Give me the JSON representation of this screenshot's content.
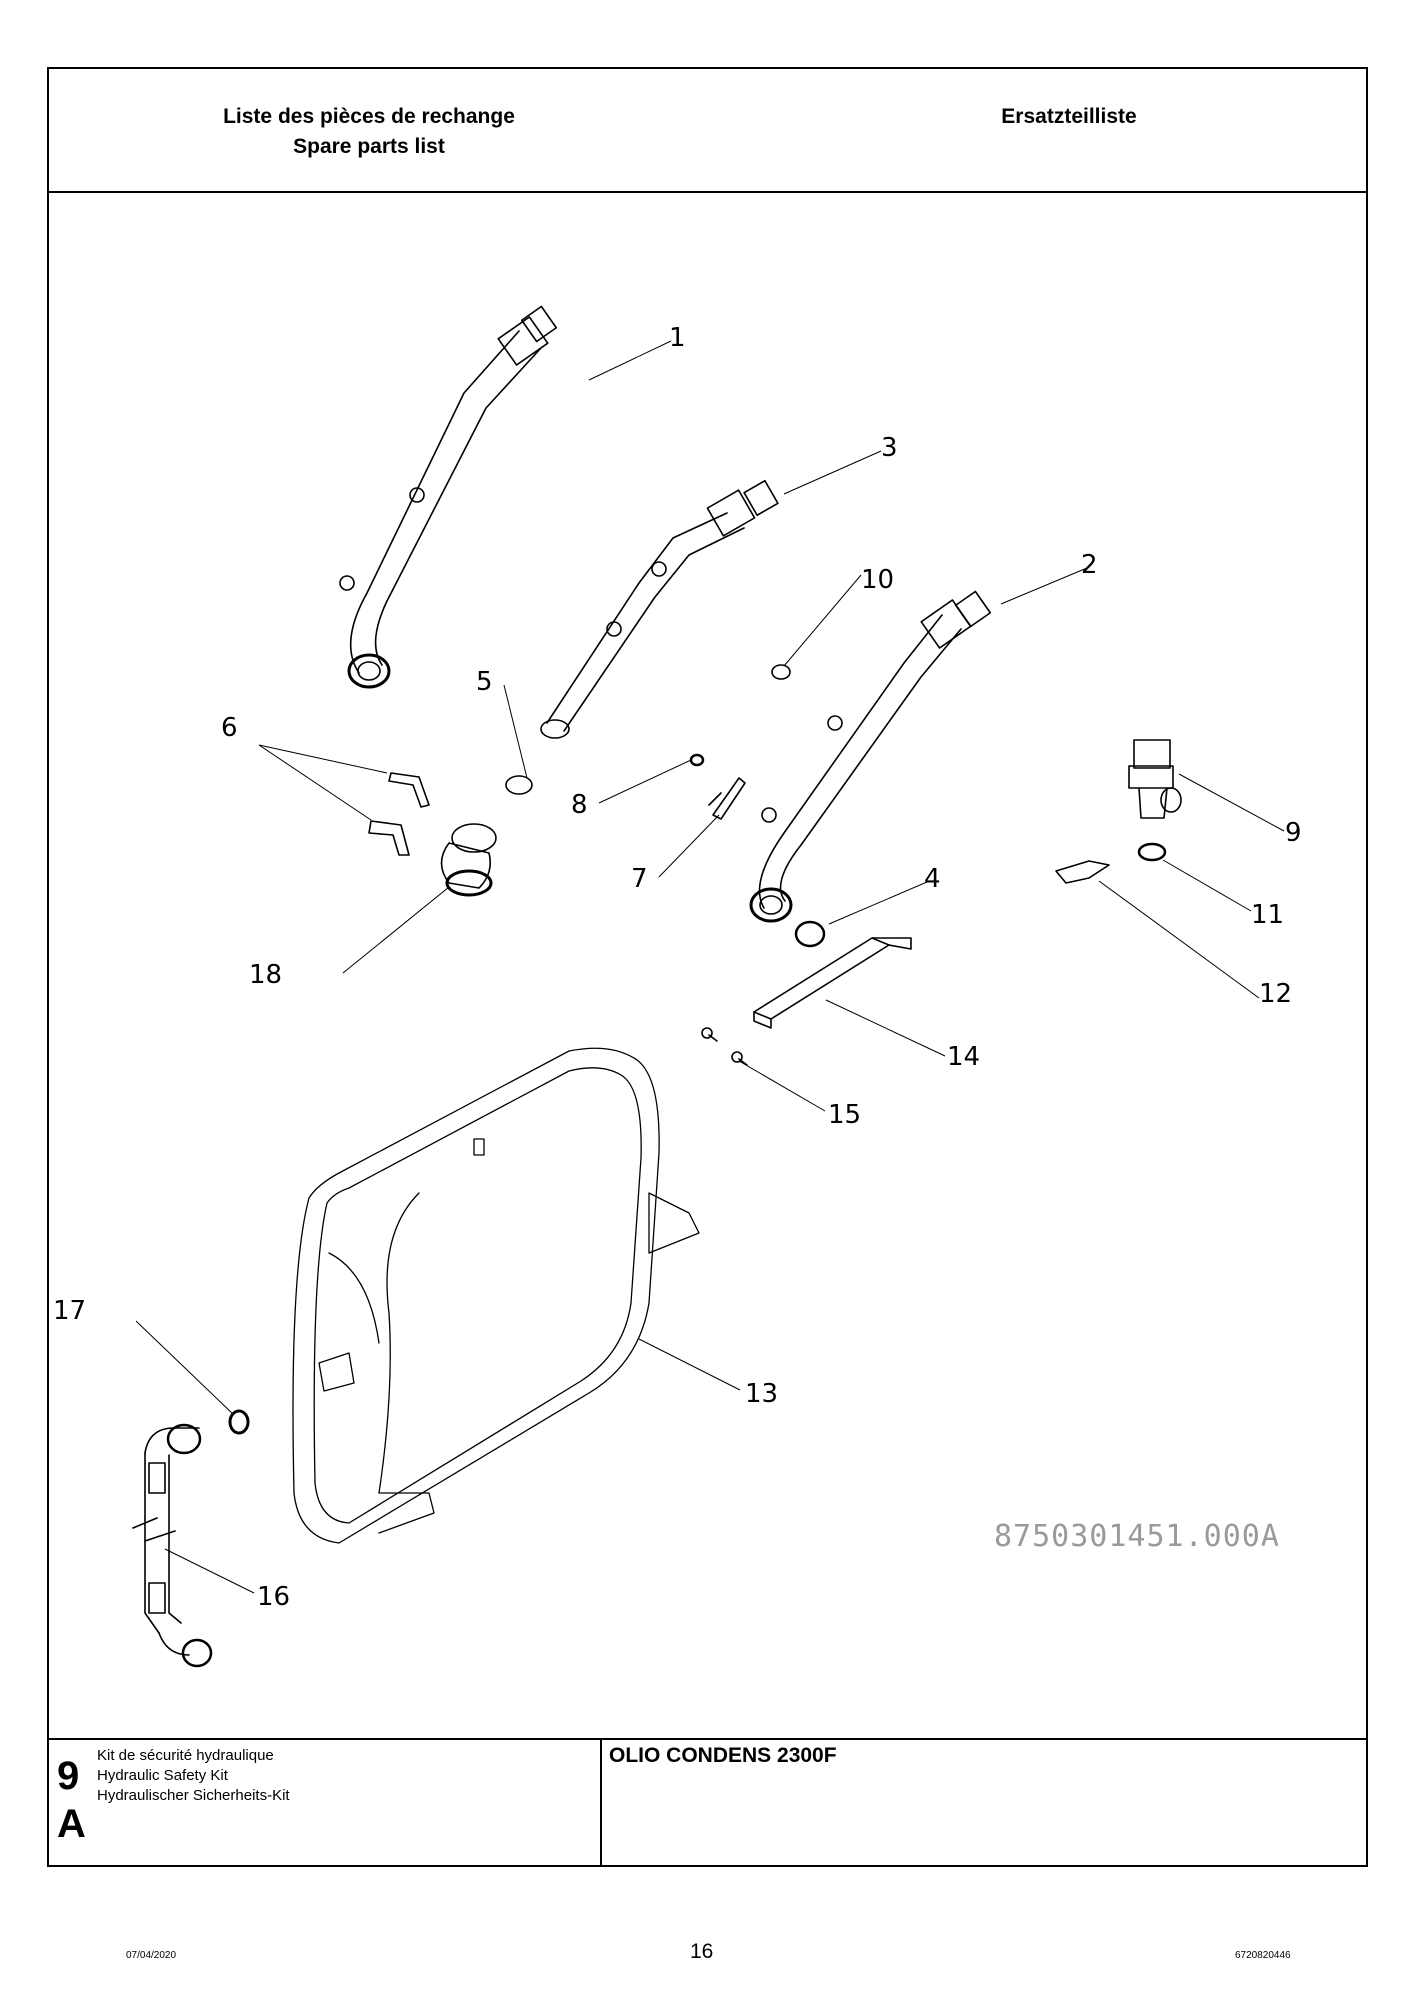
{
  "header": {
    "title_fr": "Liste des pièces de rechange",
    "title_en": "Spare parts list",
    "title_de": "Ersatzteilliste"
  },
  "drawing": {
    "callouts": [
      "1",
      "2",
      "3",
      "4",
      "5",
      "6",
      "7",
      "8",
      "9",
      "10",
      "11",
      "12",
      "13",
      "14",
      "15",
      "16",
      "17",
      "18"
    ],
    "document_number": "8750301451.000A"
  },
  "footer": {
    "section_number": "9",
    "section_letter": "A",
    "kit_fr": "Kit de sécurité hydraulique",
    "kit_en": "Hydraulic Safety Kit",
    "kit_de": "Hydraulischer Sicherheits-Kit",
    "model": "OLIO CONDENS 2300F"
  },
  "page": {
    "date": "07/04/2020",
    "page_number": "16",
    "doc_code": "6720820446"
  }
}
